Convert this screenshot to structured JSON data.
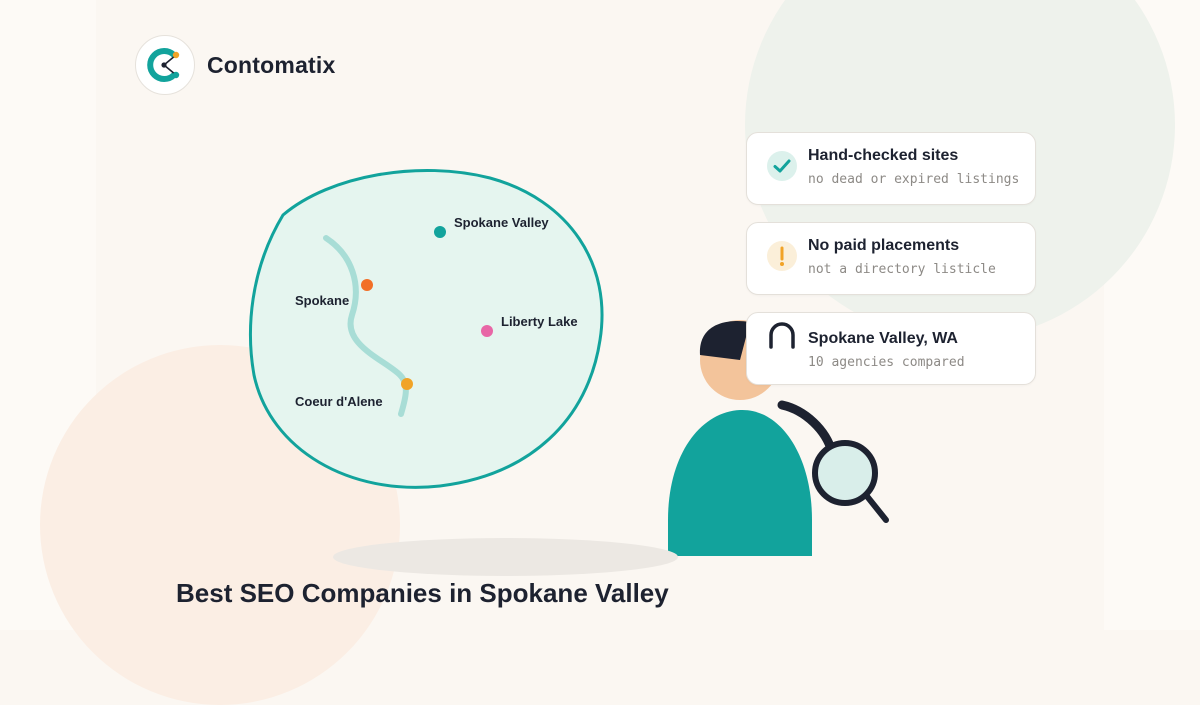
{
  "brand": {
    "name": "Contomatix",
    "logo_icon": "c-network-logo-icon",
    "colors": {
      "teal": "#12a39c",
      "amber": "#f1a327",
      "ink": "#1d2230"
    }
  },
  "map": {
    "region_shape": "blob-outline",
    "river": "river-path",
    "places": [
      {
        "name": "Spokane Valley",
        "color": "#12a39c"
      },
      {
        "name": "Spokane",
        "color": "#f26f27"
      },
      {
        "name": "Liberty Lake",
        "color": "#e866a6"
      },
      {
        "name": "Coeur d'Alene",
        "color": "#f1a327"
      }
    ]
  },
  "cards": [
    {
      "icon": "check-icon",
      "title": "Hand-checked sites",
      "subtitle": "no dead or expired listings"
    },
    {
      "icon": "exclamation-icon",
      "title": "No paid placements",
      "subtitle": "not a directory listicle"
    },
    {
      "icon": "location-arch-icon",
      "title": "Spokane Valley, WA",
      "subtitle": "10 agencies compared"
    }
  ],
  "illustration": {
    "figure": "person-with-magnifier-illustration",
    "icon": "magnifying-glass-icon"
  },
  "page": {
    "title": "Best SEO Companies in Spokane Valley"
  }
}
